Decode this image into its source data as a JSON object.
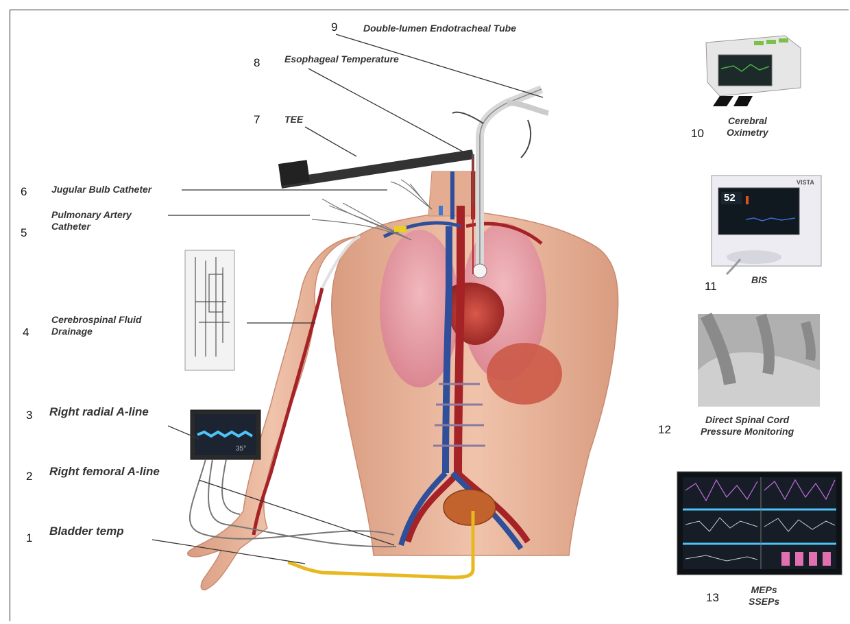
{
  "labels": [
    {
      "number": "1",
      "text": [
        "Bladder temp"
      ]
    },
    {
      "number": "2",
      "text": [
        "Right femoral A-line"
      ]
    },
    {
      "number": "3",
      "text": [
        "Right radial A-line"
      ]
    },
    {
      "number": "4",
      "text": [
        "Cerebrospinal Fluid",
        "Drainage"
      ]
    },
    {
      "number": "5",
      "text": [
        "Pulmonary Artery",
        "Catheter"
      ]
    },
    {
      "number": "6",
      "text": [
        "Jugular Bulb Catheter"
      ]
    },
    {
      "number": "7",
      "text": [
        "TEE"
      ]
    },
    {
      "number": "8",
      "text": [
        "Esophageal Temperature"
      ]
    },
    {
      "number": "9",
      "text": [
        "Double-lumen Endotracheal Tube"
      ]
    },
    {
      "number": "10",
      "text": [
        "Cerebral",
        "Oximetry"
      ]
    },
    {
      "number": "11",
      "text": [
        "BIS"
      ]
    },
    {
      "number": "12",
      "text": [
        "Direct Spinal Cord",
        "Pressure Monitoring"
      ]
    },
    {
      "number": "13",
      "text": [
        "MEPs",
        "SSEPs"
      ]
    }
  ],
  "screens": {
    "arterial_monitor_value": "35°",
    "bis_monitor_brand": "VISTA",
    "bis_monitor_value": "52"
  },
  "colors": {
    "skin": "#e8b39a",
    "skin_shadow": "#c98a6f",
    "lung": "#e79aa8",
    "artery": "#b0282a",
    "vein": "#3a55a0",
    "catheter": "#e8b820",
    "label_text": "#333333"
  }
}
